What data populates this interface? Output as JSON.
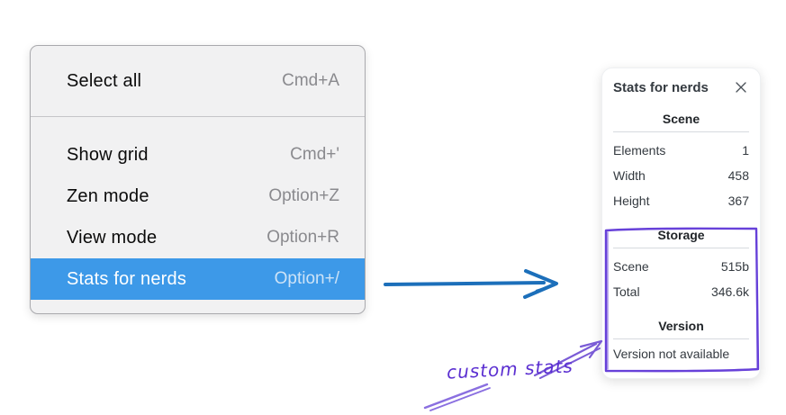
{
  "menu": {
    "section1": [
      {
        "label": "Select all",
        "shortcut": "Cmd+A"
      }
    ],
    "section2": [
      {
        "label": "Show grid",
        "shortcut": "Cmd+'"
      },
      {
        "label": "Zen mode",
        "shortcut": "Option+Z"
      },
      {
        "label": "View mode",
        "shortcut": "Option+R"
      },
      {
        "label": "Stats for nerds",
        "shortcut": "Option+/"
      }
    ],
    "highlighted_item": "Stats for nerds",
    "highlight_color": "#3d99e8"
  },
  "stats_panel": {
    "title": "Stats for nerds",
    "sections": [
      {
        "heading": "Scene",
        "rows": [
          {
            "label": "Elements",
            "value": "1"
          },
          {
            "label": "Width",
            "value": "458"
          },
          {
            "label": "Height",
            "value": "367"
          }
        ]
      },
      {
        "heading": "Storage",
        "rows": [
          {
            "label": "Scene",
            "value": "515b"
          },
          {
            "label": "Total",
            "value": "346.6k"
          }
        ]
      },
      {
        "heading": "Version",
        "note": "Version not available"
      }
    ]
  },
  "annotation": {
    "label": "custom stats",
    "text_color": "#5b2fd1",
    "arrow_color": "#7a5bd6",
    "box_color": "#6741d9",
    "pointer_arrow_color": "#1c6fba"
  }
}
